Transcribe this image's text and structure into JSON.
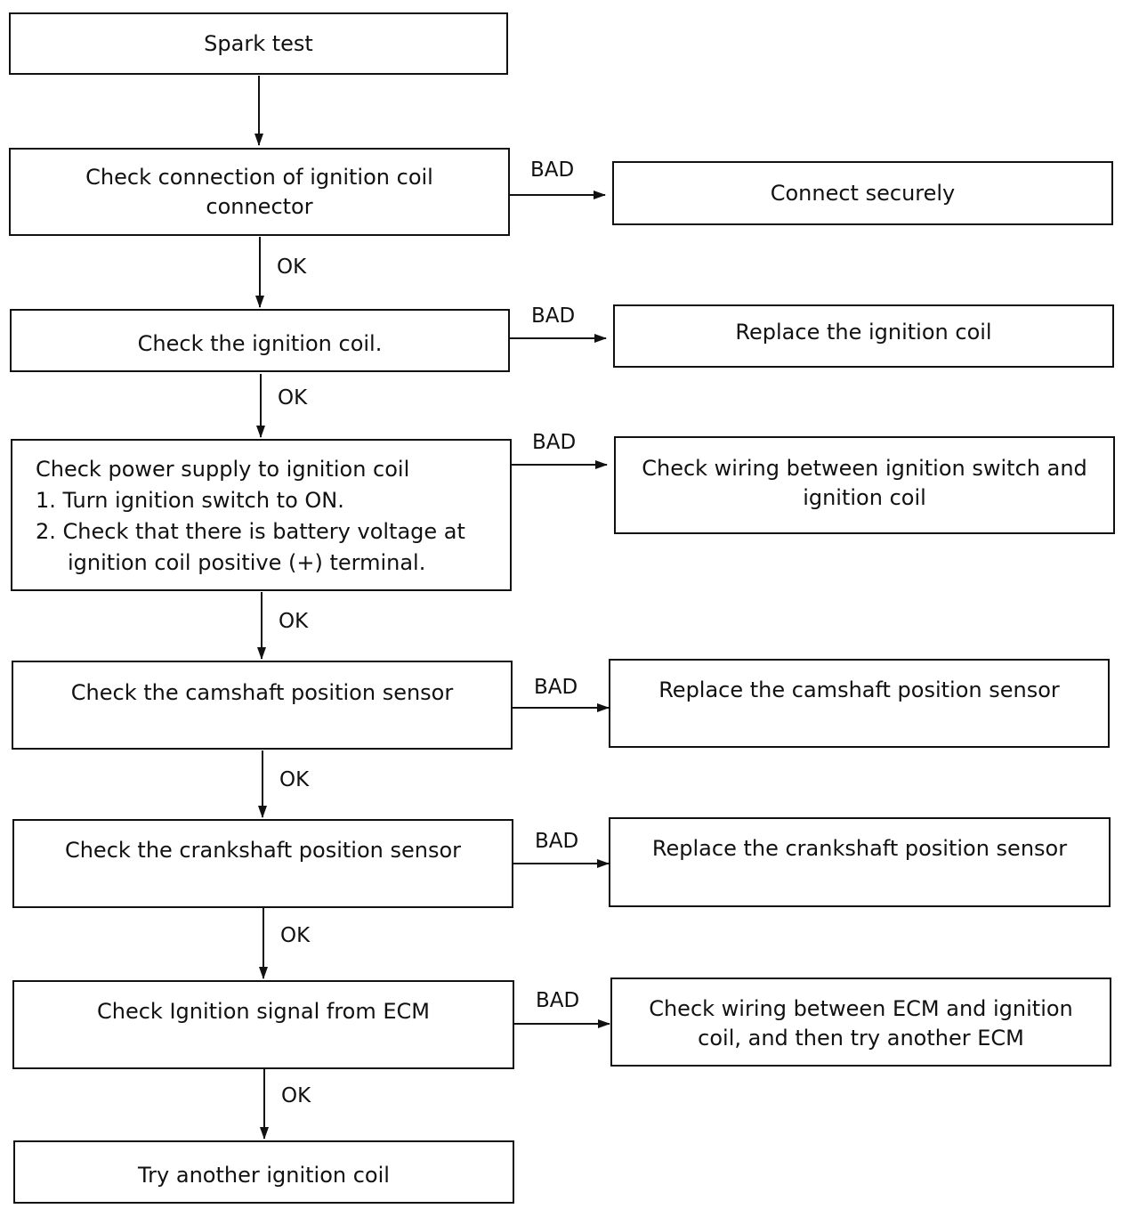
{
  "steps": [
    {
      "text": "Spark test"
    },
    {
      "text": "Check connection of ignition coil connector"
    },
    {
      "text": "Check the ignition coil."
    },
    {
      "lines": [
        "Check power supply to ignition coil",
        "1. Turn ignition switch to ON.",
        "2. Check that there is battery voltage at",
        "ignition coil positive (+) terminal."
      ]
    },
    {
      "text": "Check the camshaft position sensor"
    },
    {
      "text": "Check the crankshaft position sensor"
    },
    {
      "text": "Check Ignition signal from ECM"
    },
    {
      "text": "Try another ignition coil"
    }
  ],
  "remedies": [
    {
      "text": "Connect securely"
    },
    {
      "text": "Replace the ignition coil"
    },
    {
      "text": "Check wiring between ignition switch and ignition coil"
    },
    {
      "text": "Replace the camshaft position sensor"
    },
    {
      "text": "Replace the crankshaft position sensor"
    },
    {
      "text": "Check wiring between ECM and ignition coil, and then try another ECM"
    }
  ],
  "labels": {
    "ok": "OK",
    "bad": "BAD"
  }
}
